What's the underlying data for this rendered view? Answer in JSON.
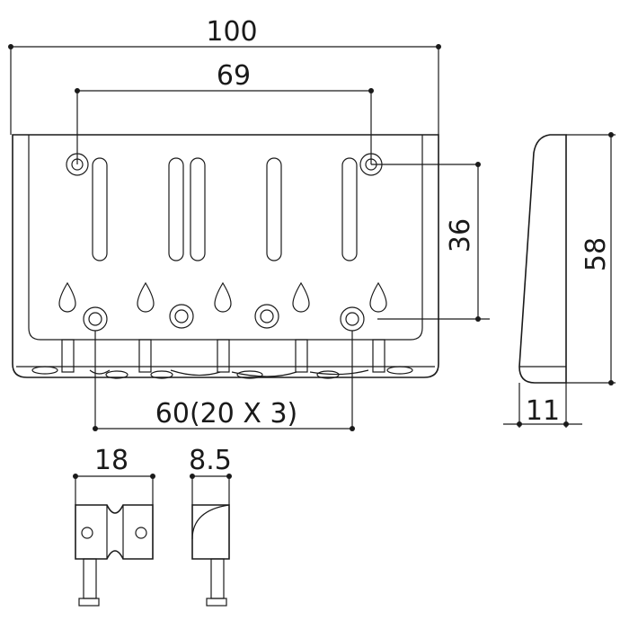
{
  "dimensions": {
    "overall_width": "100",
    "mount_spacing": "69",
    "height_spacing": "36",
    "side_height": "58",
    "side_depth": "11",
    "saddle_spacing": "60(20 X 3)",
    "saddle_width": "18",
    "saddle_depth": "8.5"
  },
  "colors": {
    "line": "#1a1a1a",
    "background": "#ffffff"
  }
}
